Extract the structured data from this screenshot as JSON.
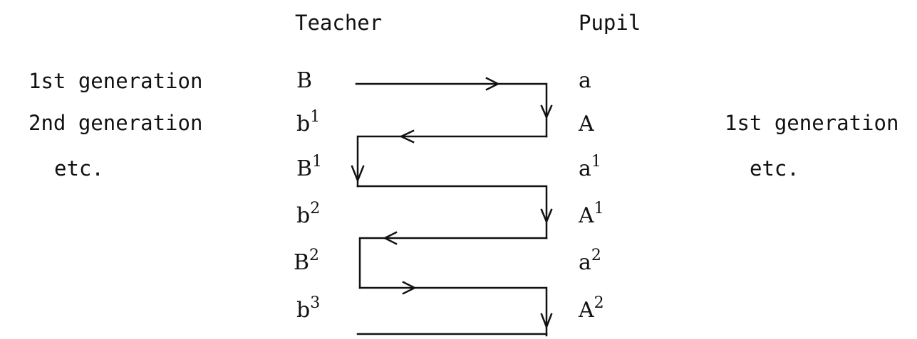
{
  "headers": {
    "teacher": "Teacher",
    "pupil": "Pupil"
  },
  "left_labels": [
    "1st generation",
    "2nd generation",
    "etc."
  ],
  "right_labels": [
    "1st generation",
    "etc."
  ],
  "teacher_rows": [
    {
      "base": "B",
      "sup": ""
    },
    {
      "base": "b",
      "sup": "1"
    },
    {
      "base": "B",
      "sup": "1"
    },
    {
      "base": "b",
      "sup": "2"
    },
    {
      "base": "B",
      "sup": "2"
    },
    {
      "base": "b",
      "sup": "3"
    }
  ],
  "pupil_rows": [
    {
      "base": "a",
      "sup": ""
    },
    {
      "base": "A",
      "sup": ""
    },
    {
      "base": "a",
      "sup": "1"
    },
    {
      "base": "A",
      "sup": "1"
    },
    {
      "base": "a",
      "sup": "2"
    },
    {
      "base": "A",
      "sup": "2"
    }
  ],
  "line_color": "#111111"
}
